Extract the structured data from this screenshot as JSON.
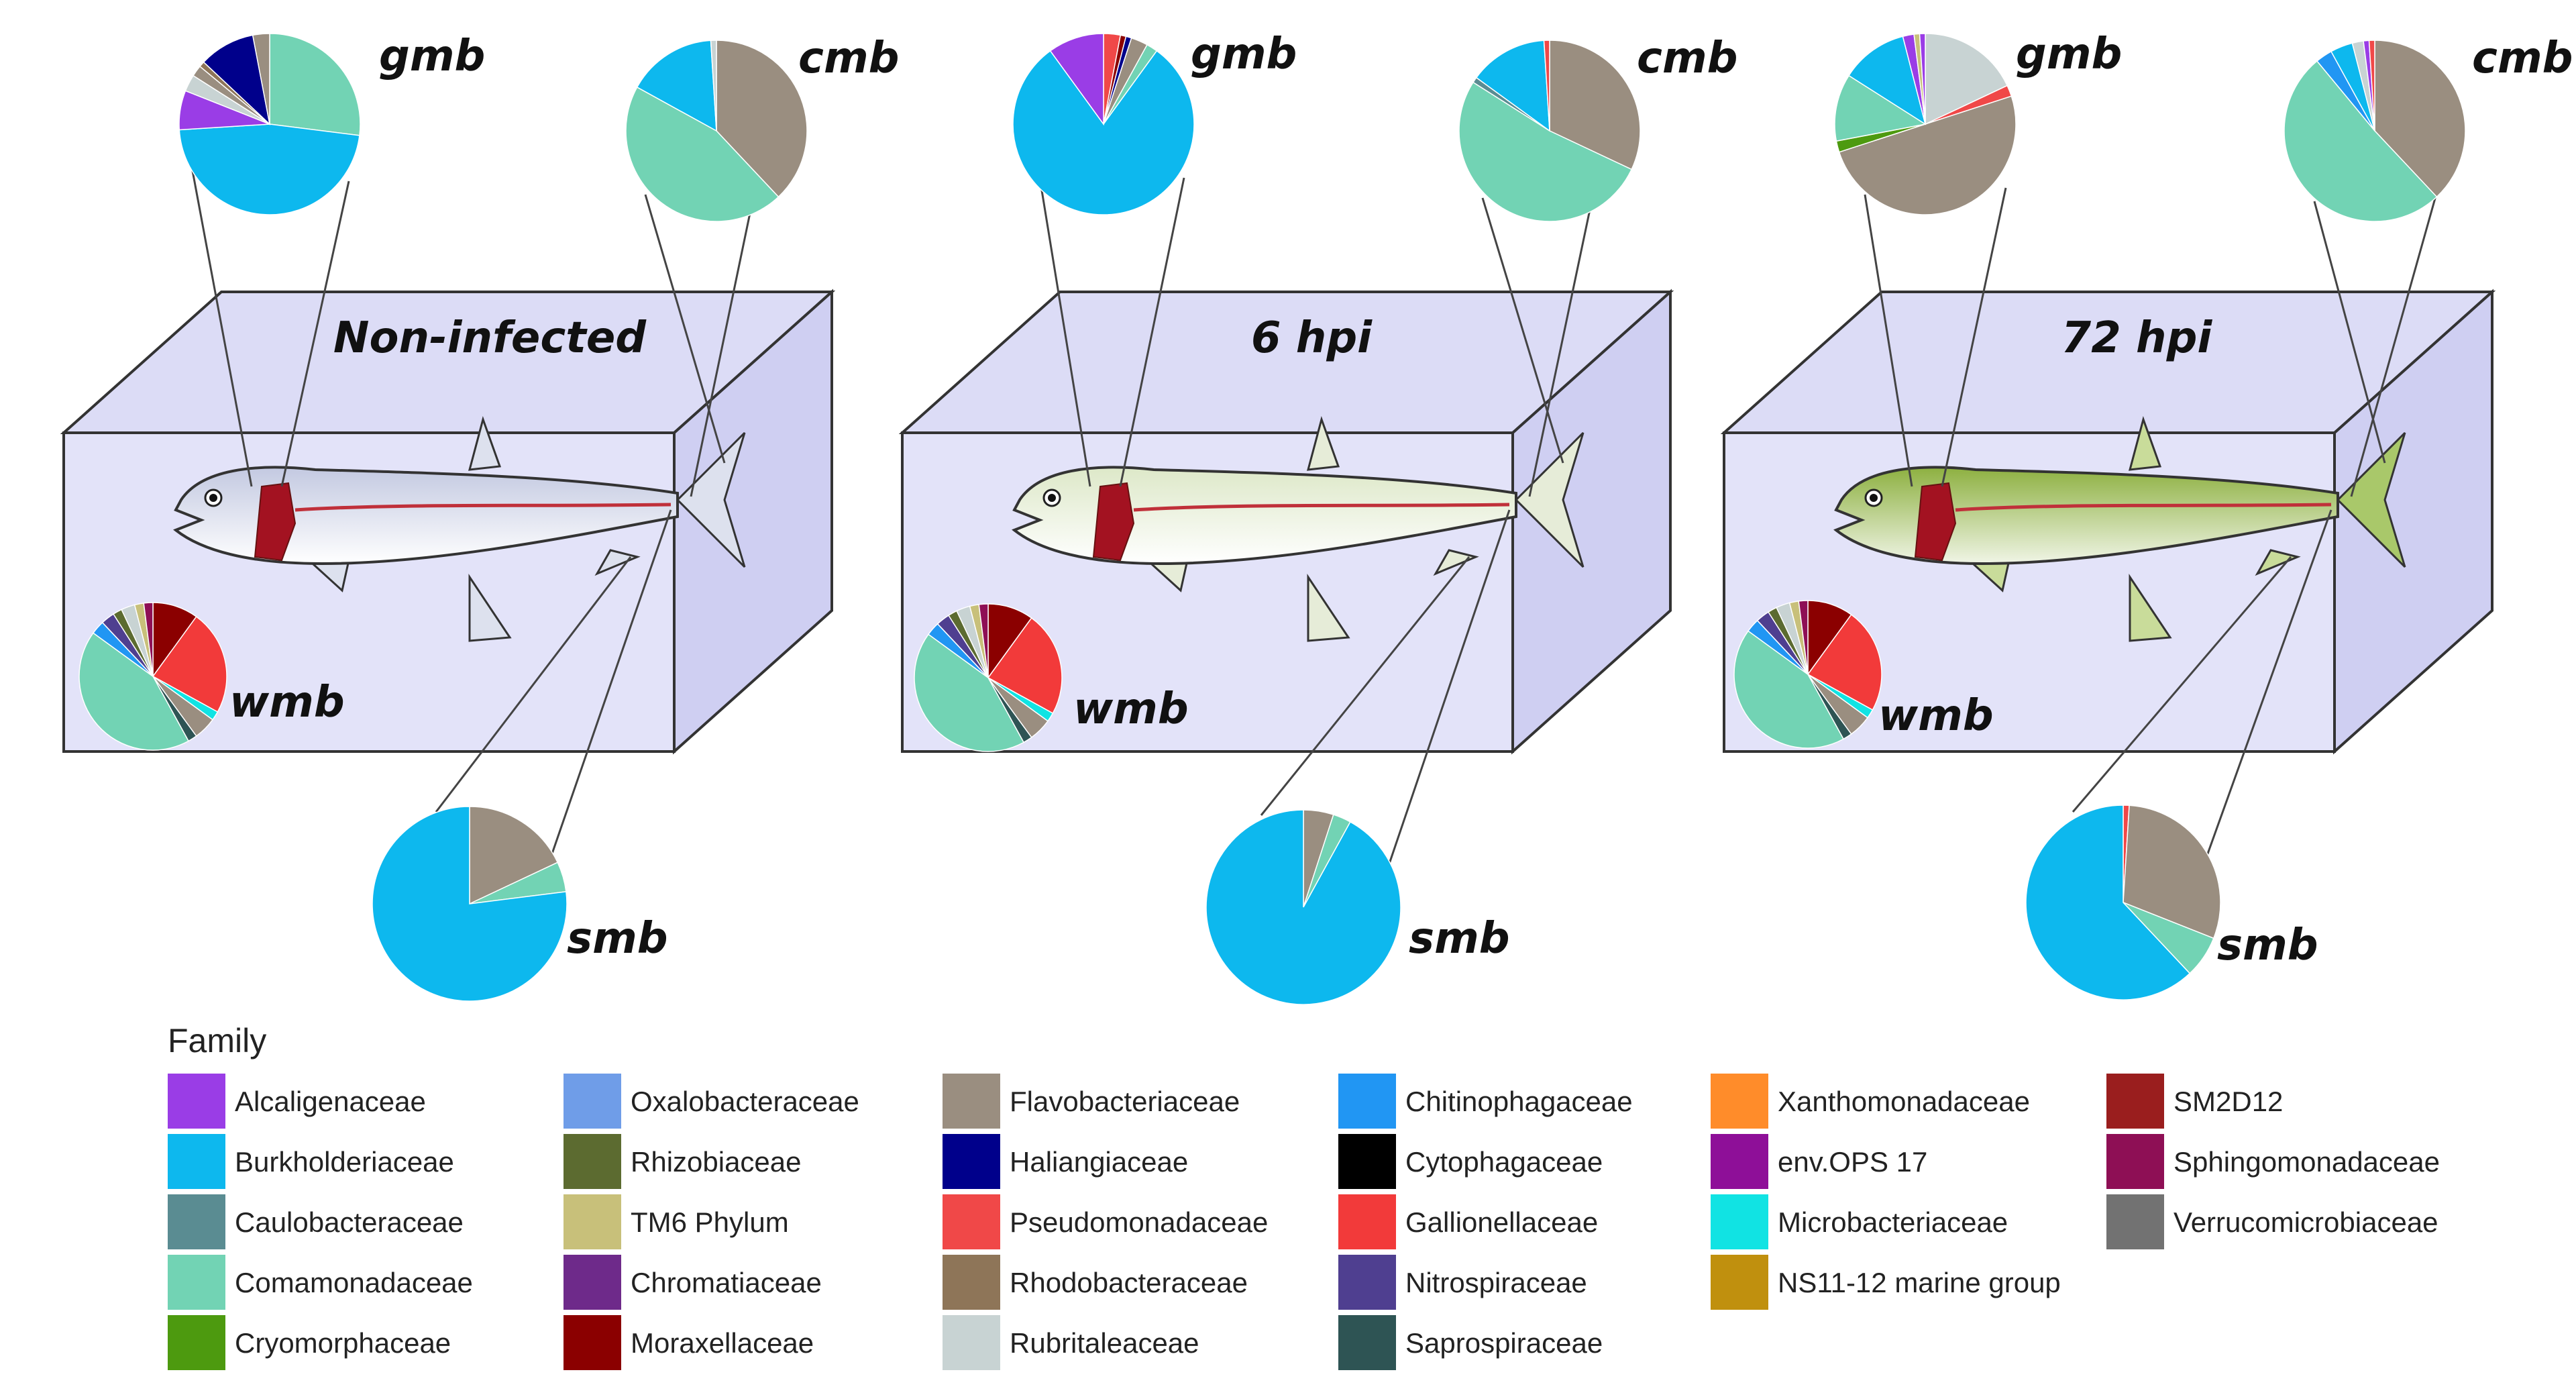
{
  "legend": {
    "title": "Family",
    "families": [
      {
        "name": "Alcaligenaceae",
        "color": "#9a3de6"
      },
      {
        "name": "Burkholderiaceae",
        "color": "#0db8ee"
      },
      {
        "name": "Caulobacteraceae",
        "color": "#5a8c92"
      },
      {
        "name": "Comamonadaceae",
        "color": "#72d3b4"
      },
      {
        "name": "Cryomorphaceae",
        "color": "#4d9a0f"
      },
      {
        "name": "Oxalobacteraceae",
        "color": "#6f9de8"
      },
      {
        "name": "Rhizobiaceae",
        "color": "#5c6b30"
      },
      {
        "name": "TM6 Phylum",
        "color": "#c8c07a"
      },
      {
        "name": "Chromatiaceae",
        "color": "#6e2a8a"
      },
      {
        "name": "Moraxellaceae",
        "color": "#8b0000"
      },
      {
        "name": "Flavobacteriaceae",
        "color": "#9a8e80"
      },
      {
        "name": "Haliangiaceae",
        "color": "#00008b"
      },
      {
        "name": "Pseudomonadaceae",
        "color": "#f04848"
      },
      {
        "name": "Rhodobacteraceae",
        "color": "#8e7558"
      },
      {
        "name": "Rubritaleaceae",
        "color": "#c8d3d3"
      },
      {
        "name": "Chitinophagaceae",
        "color": "#2196f3"
      },
      {
        "name": "Cytophagaceae",
        "color": "#000000"
      },
      {
        "name": "Gallionellaceae",
        "color": "#f23a3a"
      },
      {
        "name": "Nitrospiraceae",
        "color": "#4f3f90"
      },
      {
        "name": "Saprospiraceae",
        "color": "#2e5454"
      },
      {
        "name": "Xanthomonadaceae",
        "color": "#ff8c2a"
      },
      {
        "name": "env.OPS 17",
        "color": "#8e0f98"
      },
      {
        "name": "Microbacteriaceae",
        "color": "#11e3e3"
      },
      {
        "name": "NS11-12 marine group",
        "color": "#c0900e"
      },
      {
        "name": "SM2D12",
        "color": "#9a1e1e"
      },
      {
        "name": "Sphingomonadaceae",
        "color": "#8e0f55"
      },
      {
        "name": "Verrucomicrobiaceae",
        "color": "#727272"
      }
    ]
  },
  "panels": [
    {
      "condition": "Non-infected",
      "fish_color": "#c3c9e1",
      "pies": {
        "gmb": {
          "label": "gmb",
          "slices": [
            {
              "family": "Comamonadaceae",
              "value": 27
            },
            {
              "family": "Burkholderiaceae",
              "value": 47
            },
            {
              "family": "Alcaligenaceae",
              "value": 7
            },
            {
              "family": "Rubritaleaceae",
              "value": 3
            },
            {
              "family": "Flavobacteriaceae",
              "value": 2
            },
            {
              "family": "Rhodobacteraceae",
              "value": 1
            },
            {
              "family": "Haliangiaceae",
              "value": 10
            },
            {
              "family": "Flavobacteriaceae",
              "value": 3
            }
          ]
        },
        "cmb": {
          "label": "cmb",
          "slices": [
            {
              "family": "Flavobacteriaceae",
              "value": 38
            },
            {
              "family": "Comamonadaceae",
              "value": 45
            },
            {
              "family": "Burkholderiaceae",
              "value": 16
            },
            {
              "family": "Rubritaleaceae",
              "value": 1
            }
          ]
        },
        "wmb": {
          "label": "wmb",
          "slices": [
            {
              "family": "Moraxellaceae",
              "value": 10
            },
            {
              "family": "Gallionellaceae",
              "value": 23
            },
            {
              "family": "Microbacteriaceae",
              "value": 2
            },
            {
              "family": "Flavobacteriaceae",
              "value": 5
            },
            {
              "family": "Saprospiraceae",
              "value": 2
            },
            {
              "family": "Comamonadaceae",
              "value": 43
            },
            {
              "family": "Chitinophagaceae",
              "value": 3
            },
            {
              "family": "Nitrospiraceae",
              "value": 3
            },
            {
              "family": "Rhizobiaceae",
              "value": 2
            },
            {
              "family": "Rubritaleaceae",
              "value": 3
            },
            {
              "family": "TM6 Phylum",
              "value": 2
            },
            {
              "family": "Sphingomonadaceae",
              "value": 2
            }
          ]
        },
        "smb": {
          "label": "smb",
          "slices": [
            {
              "family": "Flavobacteriaceae",
              "value": 18
            },
            {
              "family": "Comamonadaceae",
              "value": 5
            },
            {
              "family": "Burkholderiaceae",
              "value": 77
            }
          ]
        }
      }
    },
    {
      "condition": "6 hpi",
      "fish_color": "#dde8c8",
      "pies": {
        "gmb": {
          "label": "gmb",
          "slices": [
            {
              "family": "Pseudomonadaceae",
              "value": 3
            },
            {
              "family": "Moraxellaceae",
              "value": 1
            },
            {
              "family": "Haliangiaceae",
              "value": 1
            },
            {
              "family": "Flavobacteriaceae",
              "value": 3
            },
            {
              "family": "Comamonadaceae",
              "value": 2
            },
            {
              "family": "Burkholderiaceae",
              "value": 80
            },
            {
              "family": "Alcaligenaceae",
              "value": 10
            }
          ]
        },
        "cmb": {
          "label": "cmb",
          "slices": [
            {
              "family": "Flavobacteriaceae",
              "value": 32
            },
            {
              "family": "Comamonadaceae",
              "value": 52
            },
            {
              "family": "Caulobacteraceae",
              "value": 1
            },
            {
              "family": "Burkholderiaceae",
              "value": 14
            },
            {
              "family": "Pseudomonadaceae",
              "value": 1
            }
          ]
        },
        "wmb": {
          "label": "wmb",
          "slices": [
            {
              "family": "Moraxellaceae",
              "value": 10
            },
            {
              "family": "Gallionellaceae",
              "value": 23
            },
            {
              "family": "Microbacteriaceae",
              "value": 2
            },
            {
              "family": "Flavobacteriaceae",
              "value": 5
            },
            {
              "family": "Saprospiraceae",
              "value": 2
            },
            {
              "family": "Comamonadaceae",
              "value": 43
            },
            {
              "family": "Chitinophagaceae",
              "value": 3
            },
            {
              "family": "Nitrospiraceae",
              "value": 3
            },
            {
              "family": "Rhizobiaceae",
              "value": 2
            },
            {
              "family": "Rubritaleaceae",
              "value": 3
            },
            {
              "family": "TM6 Phylum",
              "value": 2
            },
            {
              "family": "Sphingomonadaceae",
              "value": 2
            }
          ]
        },
        "smb": {
          "label": "smb",
          "slices": [
            {
              "family": "Flavobacteriaceae",
              "value": 5
            },
            {
              "family": "Comamonadaceae",
              "value": 3
            },
            {
              "family": "Burkholderiaceae",
              "value": 92
            }
          ]
        }
      }
    },
    {
      "condition": "72 hpi",
      "fish_color": "#8db040",
      "pies": {
        "gmb": {
          "label": "gmb",
          "slices": [
            {
              "family": "Rubritaleaceae",
              "value": 18
            },
            {
              "family": "Pseudomonadaceae",
              "value": 2
            },
            {
              "family": "Flavobacteriaceae",
              "value": 50
            },
            {
              "family": "Cryomorphaceae",
              "value": 2
            },
            {
              "family": "Comamonadaceae",
              "value": 12
            },
            {
              "family": "Burkholderiaceae",
              "value": 12
            },
            {
              "family": "Alcaligenaceae",
              "value": 2
            },
            {
              "family": "TM6 Phylum",
              "value": 1
            },
            {
              "family": "Alcaligenaceae",
              "value": 1
            }
          ]
        },
        "cmb": {
          "label": "cmb",
          "slices": [
            {
              "family": "Flavobacteriaceae",
              "value": 38
            },
            {
              "family": "Comamonadaceae",
              "value": 51
            },
            {
              "family": "Chitinophagaceae",
              "value": 3
            },
            {
              "family": "Burkholderiaceae",
              "value": 4
            },
            {
              "family": "Rubritaleaceae",
              "value": 2
            },
            {
              "family": "Alcaligenaceae",
              "value": 1
            },
            {
              "family": "Pseudomonadaceae",
              "value": 1
            }
          ]
        },
        "wmb": {
          "label": "wmb",
          "slices": [
            {
              "family": "Moraxellaceae",
              "value": 10
            },
            {
              "family": "Gallionellaceae",
              "value": 23
            },
            {
              "family": "Microbacteriaceae",
              "value": 2
            },
            {
              "family": "Flavobacteriaceae",
              "value": 5
            },
            {
              "family": "Saprospiraceae",
              "value": 2
            },
            {
              "family": "Comamonadaceae",
              "value": 43
            },
            {
              "family": "Chitinophagaceae",
              "value": 3
            },
            {
              "family": "Nitrospiraceae",
              "value": 3
            },
            {
              "family": "Rhizobiaceae",
              "value": 2
            },
            {
              "family": "Rubritaleaceae",
              "value": 3
            },
            {
              "family": "TM6 Phylum",
              "value": 2
            },
            {
              "family": "Sphingomonadaceae",
              "value": 2
            }
          ]
        },
        "smb": {
          "label": "smb",
          "slices": [
            {
              "family": "Pseudomonadaceae",
              "value": 1
            },
            {
              "family": "Flavobacteriaceae",
              "value": 30
            },
            {
              "family": "Comamonadaceae",
              "value": 7
            },
            {
              "family": "Burkholderiaceae",
              "value": 62
            }
          ]
        }
      }
    }
  ]
}
